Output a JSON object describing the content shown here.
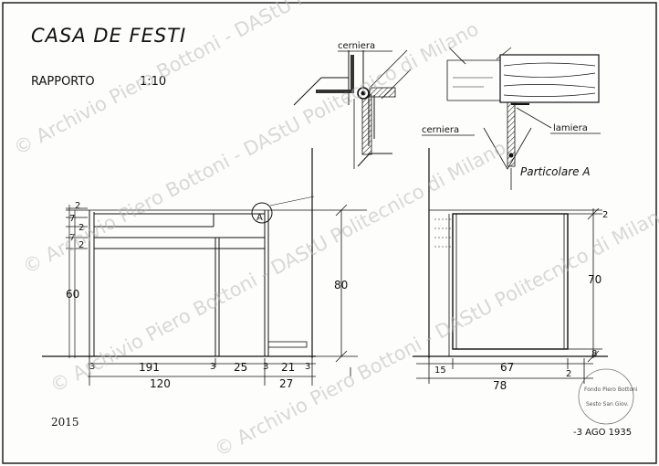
{
  "title": "CASA DE FESTI",
  "scale_label": "RAPPORTO",
  "scale_value": "1:10",
  "labels": {
    "cerniera": "cerniera",
    "lamiera": "lamiera",
    "particolare": "Particolare A",
    "detail_marker": "A"
  },
  "dimensions": {
    "front_height": "80",
    "front_lower": "60",
    "front_gap_top": "2",
    "front_gap_2": "7",
    "front_gap_3": "2",
    "front_gap_4": "7",
    "front_gap_5": "2",
    "bottom_3a": "3",
    "bottom_191": "191",
    "bottom_3b": "3",
    "bottom_25": "25",
    "bottom_3c": "3",
    "bottom_21": "21",
    "bottom_3d": "3",
    "bottom_120": "120",
    "bottom_27": "27",
    "side_2": "2",
    "side_70": "70",
    "side_8": "8",
    "side_15": "15",
    "side_67": "67",
    "side_2b": "2",
    "side_78": "78"
  },
  "archive_code": "2015",
  "stamp_date": "-3 AGO 1935",
  "stamp_text": [
    "Fondo Piero Bottoni",
    "Sesto San Giov."
  ],
  "watermark": "© Archivio Piero Bottoni - DAStU Politecnico di Milano"
}
